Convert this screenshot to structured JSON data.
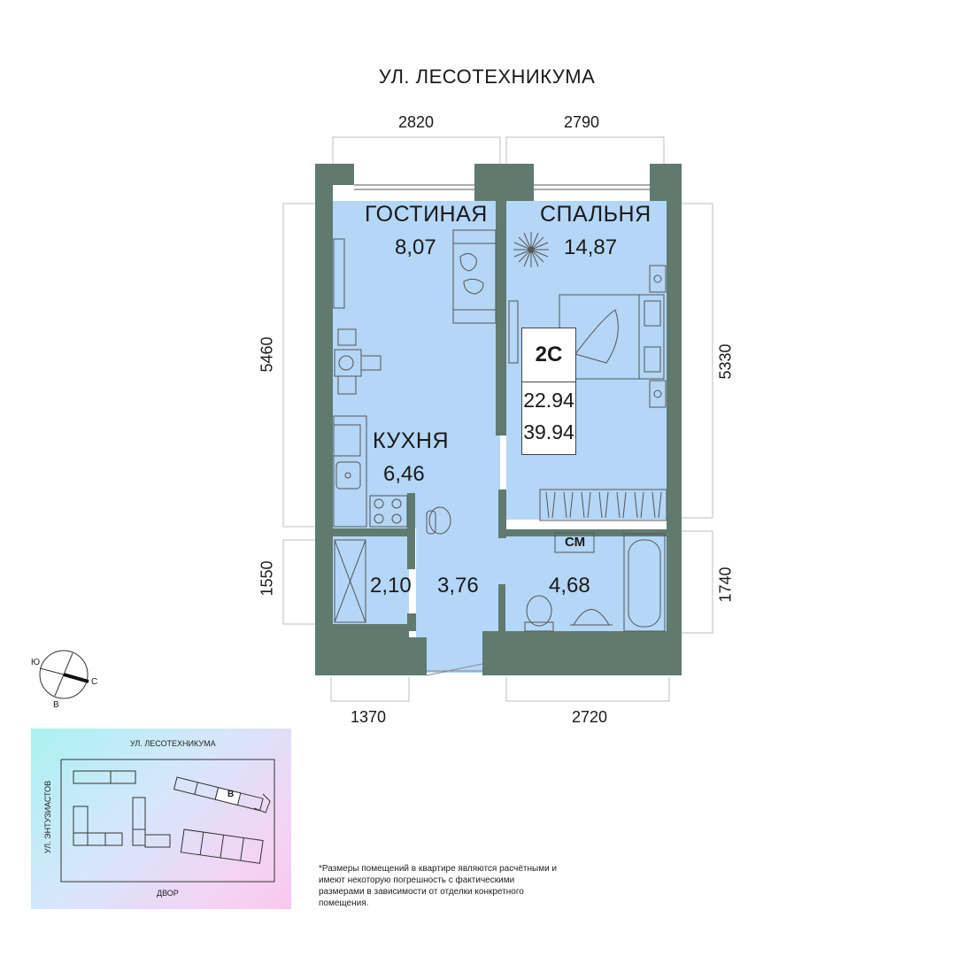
{
  "street_top": "УЛ. ЛЕСОТЕХНИКУМА",
  "dimensions": {
    "top_left": "2820",
    "top_right": "2790",
    "left_upper": "5460",
    "left_lower": "1550",
    "right_upper": "5330",
    "right_lower": "1740",
    "bottom_left": "1370",
    "bottom_right": "2720"
  },
  "rooms": {
    "living": {
      "name": "ГОСТИНАЯ",
      "area": "8,07"
    },
    "bedroom": {
      "name": "СПАЛЬНЯ",
      "area": "14,87"
    },
    "kitchen": {
      "name": "КУХНЯ",
      "area": "6,46"
    },
    "storage": {
      "area": "2,10"
    },
    "hall": {
      "area": "3,76"
    },
    "bath": {
      "area": "4,68",
      "label": "СМ"
    }
  },
  "apartment": {
    "type": "2С",
    "living_area": "22.94",
    "total_area": "39.94"
  },
  "compass": {
    "south": "Ю",
    "north": "С",
    "east": "В"
  },
  "site_map": {
    "street_top": "УЛ. ЛЕСОТЕХНИКУМА",
    "street_left": "УЛ. ЭНТУЗИАСТОВ",
    "bottom": "ДВОР",
    "building": "В"
  },
  "footnote": "*Размеры помещений в квартире являются расчётными и имеют некоторую погрешность с фактическими размерами в зависимости от отделки конкретного помещения.",
  "colors": {
    "wall": "#607a70",
    "floor": "#b4d6f7",
    "line": "#2a2a2a"
  }
}
